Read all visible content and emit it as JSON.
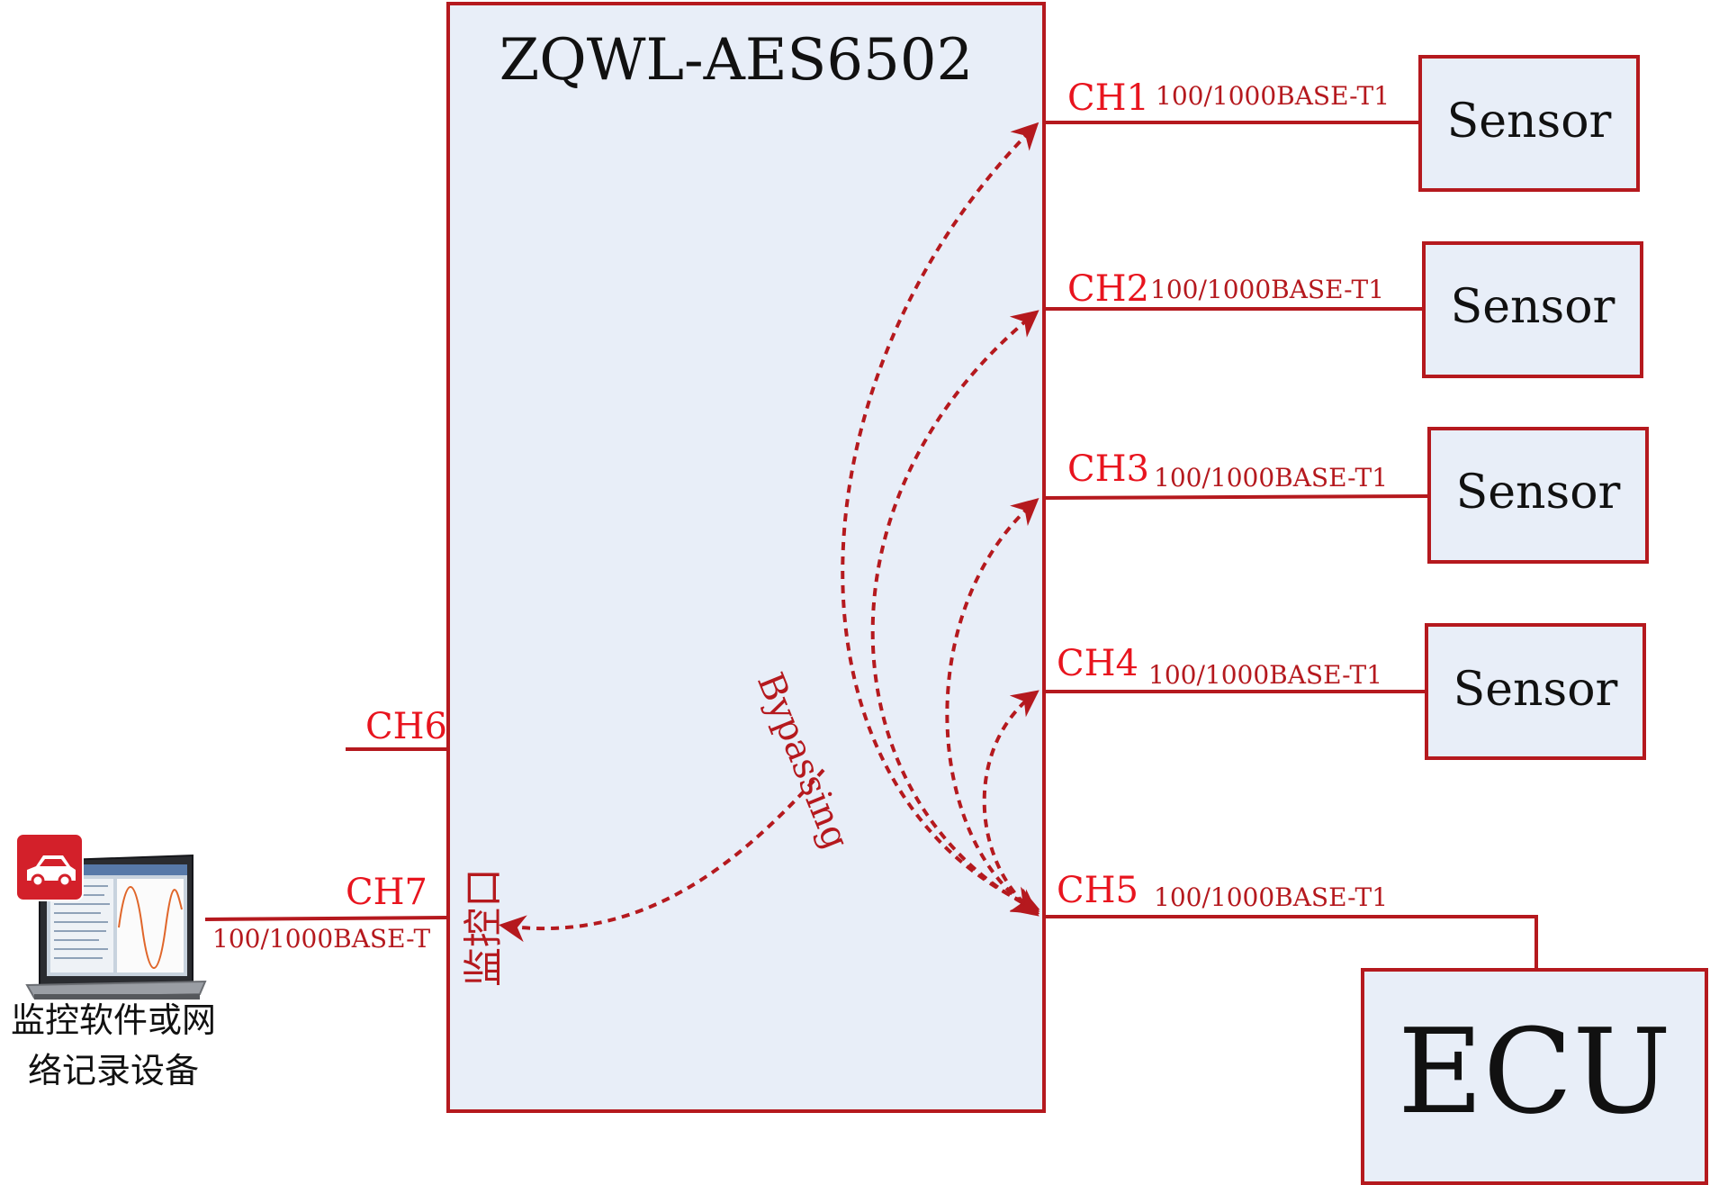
{
  "device": {
    "title": "ZQWL-AES6502",
    "monitor_port_label": "监控口"
  },
  "channels": [
    {
      "label": "CH1",
      "spec": "100/1000BASE-T1",
      "endpoint": "Sensor"
    },
    {
      "label": "CH2",
      "spec": "100/1000BASE-T1",
      "endpoint": "Sensor"
    },
    {
      "label": "CH3",
      "spec": "100/1000BASE-T1",
      "endpoint": "Sensor"
    },
    {
      "label": "CH4",
      "spec": "100/1000BASE-T1",
      "endpoint": "Sensor"
    },
    {
      "label": "CH5",
      "spec": "100/1000BASE-T1",
      "endpoint": "ECU"
    },
    {
      "label": "CH6"
    },
    {
      "label": "CH7",
      "spec": "100/1000BASE-T"
    }
  ],
  "bypass_label": "Bypassing",
  "laptop": {
    "caption_lines": [
      "监控软件或网",
      "络记录设备"
    ]
  },
  "colors": {
    "accent": "#b5191e",
    "box_fill": "#e8eef8",
    "text": "#111111"
  }
}
